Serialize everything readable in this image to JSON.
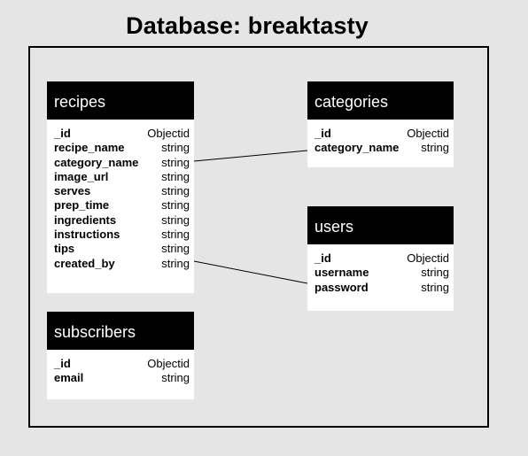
{
  "page": {
    "title": "Database: breaktasty"
  },
  "tables": {
    "recipes": {
      "name": "recipes",
      "fields": [
        {
          "name": "_id",
          "type": "Objectid"
        },
        {
          "name": "recipe_name",
          "type": "string"
        },
        {
          "name": "category_name",
          "type": "string"
        },
        {
          "name": "image_url",
          "type": "string"
        },
        {
          "name": "serves",
          "type": "string"
        },
        {
          "name": "prep_time",
          "type": "string"
        },
        {
          "name": "ingredients",
          "type": "string"
        },
        {
          "name": "instructions",
          "type": "string"
        },
        {
          "name": "tips",
          "type": "string"
        },
        {
          "name": "created_by",
          "type": "string"
        }
      ]
    },
    "categories": {
      "name": "categories",
      "fields": [
        {
          "name": "_id",
          "type": "Objectid"
        },
        {
          "name": "category_name",
          "type": "string"
        }
      ]
    },
    "users": {
      "name": "users",
      "fields": [
        {
          "name": "_id",
          "type": "Objectid"
        },
        {
          "name": "username",
          "type": "string"
        },
        {
          "name": "password",
          "type": "string"
        }
      ]
    },
    "subscribers": {
      "name": "subscribers",
      "fields": [
        {
          "name": "_id",
          "type": "Objectid"
        },
        {
          "name": "email",
          "type": "string"
        }
      ]
    }
  },
  "relations": [
    {
      "from": "recipes.category_name",
      "to": "categories.category_name"
    },
    {
      "from": "recipes.created_by",
      "to": "users.password"
    }
  ],
  "colors": {
    "background": "#e5e5e5",
    "header": "#000000",
    "header_text": "#ffffff",
    "table_body": "#ffffff"
  }
}
